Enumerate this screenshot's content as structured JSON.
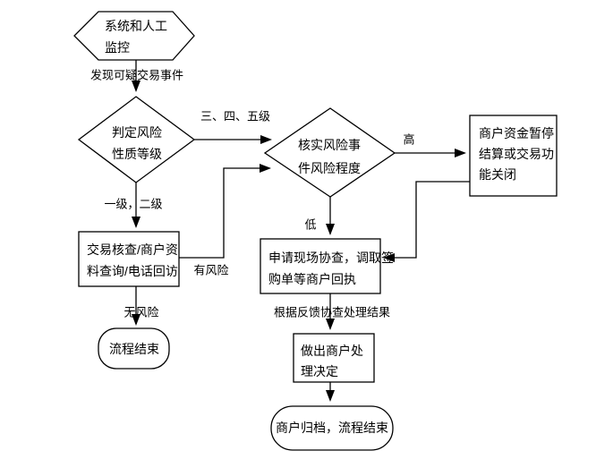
{
  "diagram": {
    "type": "flowchart",
    "colors": {
      "background": "#ffffff",
      "line": "#000000",
      "text": "#000000",
      "shape_fill": "#ffffff"
    },
    "nodes": {
      "monitor": {
        "shape": "hexagon",
        "label": "系统和人工\n监控"
      },
      "judge_risk_level": {
        "shape": "diamond",
        "label": "判定风险\n性质等级"
      },
      "verify_risk_degree": {
        "shape": "diamond",
        "label": "核实风险事\n件风险程度"
      },
      "transaction_check": {
        "shape": "rect",
        "label": "交易核查/商户资\n料查询/电话回访"
      },
      "suspend_settlement": {
        "shape": "rect",
        "label": "商户资金暂停\n结算或交易功\n能关闭"
      },
      "onsite_investigation": {
        "shape": "rect",
        "label": "申请现场协查，调取签\n购单等商户回执"
      },
      "merchant_decision": {
        "shape": "rect",
        "label": "做出商户处\n理决定"
      },
      "process_end": {
        "shape": "terminator",
        "label": "流程结束"
      },
      "archive_end": {
        "shape": "terminator",
        "label": "商户归档，流程结束"
      }
    },
    "edge_labels": {
      "found_suspicious": "发现可疑交易事件",
      "level_345": "三、四、五级",
      "level_12": "一级，二级",
      "no_risk": "无风险",
      "has_risk": "有风险",
      "high": "高",
      "low": "低",
      "feedback_result": "根据反馈协查处理结果"
    }
  }
}
